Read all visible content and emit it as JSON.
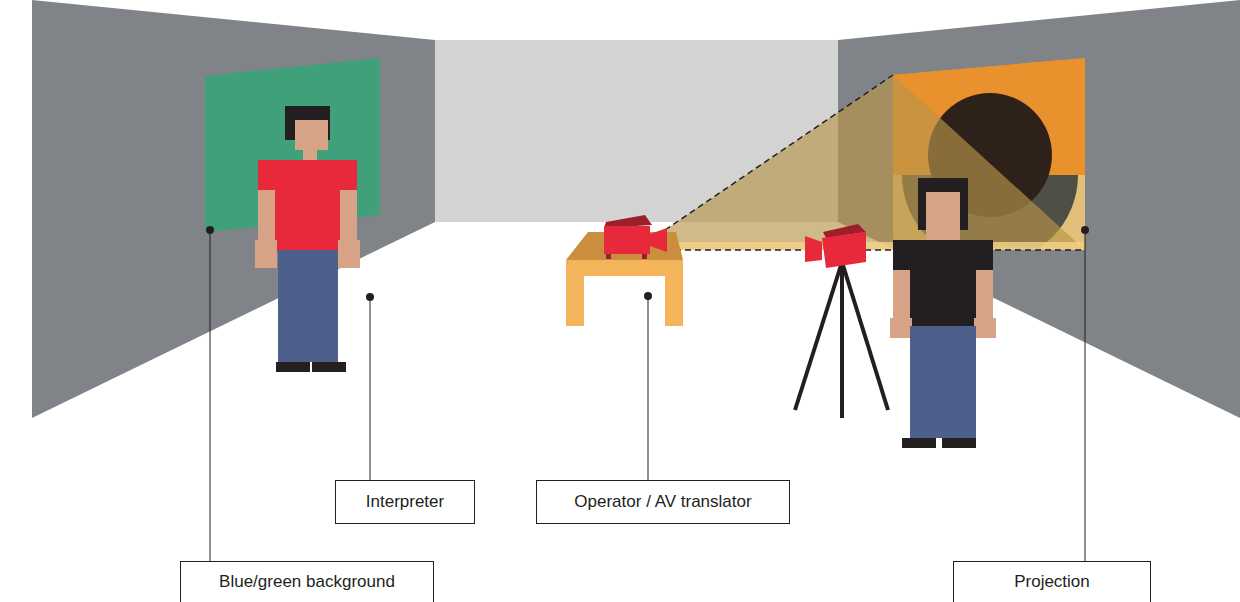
{
  "diagram": {
    "nodes": [
      {
        "text": [
          "Interpreter"
        ]
      },
      {
        "text": [
          "Operator / AV translator"
        ]
      },
      {
        "text": [
          "Blue/green background"
        ]
      },
      {
        "text": [
          "Projection"
        ]
      }
    ]
  }
}
